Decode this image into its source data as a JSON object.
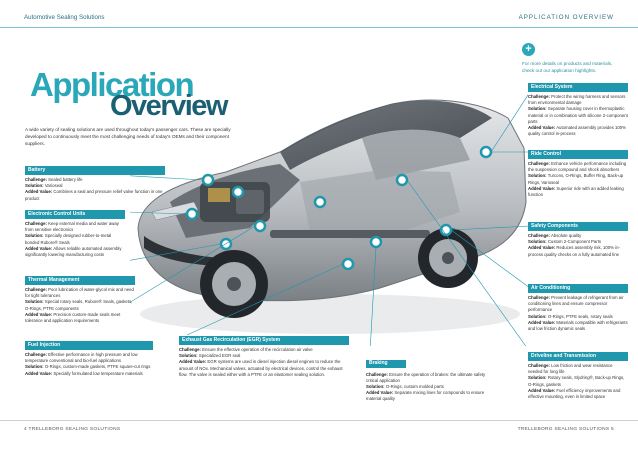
{
  "header": {
    "left": "Automotive Sealing Solutions",
    "right": "APPLICATION OVERVIEW"
  },
  "title": {
    "line1": "Application",
    "line2": "Overview"
  },
  "intro": "A wide variety of sealing solutions are used throughout today's passenger cars. These are specially developed to continuously meet the most challenging needs of today's OEMs and their component suppliers.",
  "note": "For more details on products and materials, check out our application highlights.",
  "sections": {
    "battery": {
      "title": "Battery",
      "challenge": "Sealed battery life",
      "solution": "Varioseal",
      "added_value": "Combines a seal and pressure relief valve function in one product"
    },
    "ecu": {
      "title": "Electronic Control Units",
      "challenge": "Keep external media and water away from sensitive electronics",
      "solution": "Specially designed rubber-to-metal bonded Rubore® Seals",
      "added_value": "Allows reliable automated assembly significantly lowering manufacturing costs"
    },
    "thermal": {
      "title": "Thermal Management",
      "challenge": "Poor lubrication of water-glycol mix and need for tight tolerances",
      "solution": "Special rotary seals, Rubore® Seals, gaskets, O-Rings, PTFE components",
      "added_value": "Precision custom-made seals meet tolerance and application requirements"
    },
    "fuel": {
      "title": "Fuel Injection",
      "challenge": "Effective performance in high pressure and low temperature conventional and bio-fuel applications",
      "solution": "O-Rings, custom-made gaskets, PTFE square-cut rings",
      "added_value": "Specially formulated low temperature materials"
    },
    "egr": {
      "title": "Exhaust Gas Recirculation (EGR) System",
      "challenge": "Ensure the effective operation of the recirculation air valve",
      "solution": "Specialized EGR seal",
      "added_value": "EGR systems are used in diesel injection diesel engines to reduce the amount of NOx. Mechanical valves, actuated by electrical devices, control the exhaust flow. The valve is sealed either with a PTFE or an elastomer sealing solution."
    },
    "braking": {
      "title": "Braking",
      "challenge": "Ensure the operation of brakes: the ultimate safety critical application",
      "solution": "O-Rings, custom molded parts",
      "added_value": "Separate mixing lines for compounds to ensure material quality"
    },
    "electrical": {
      "title": "Electrical System",
      "challenge": "Protect the wiring harness and sensors from environmental damage",
      "solution": "Separate housing cover in thermoplastic material or in combination with silicone 2-component parts",
      "added_value": "Automated assembly provides 100% quality control in-process"
    },
    "ride": {
      "title": "Ride Control",
      "challenge": "Enhance vehicle performance including the suspension compound and shock absorbers",
      "solution": "Turcons, O-Rings, Buffer Ring, Back-up Rings, Varioseal",
      "added_value": "Superior ride with an added leaking function"
    },
    "safety": {
      "title": "Safety Components",
      "challenge": "Absolute quality",
      "solution": "Custom 2-Component Parts",
      "added_value": "Reduces assembly risk, 100% in-process quality checks on a fully automated line"
    },
    "aircon": {
      "title": "Air Conditioning",
      "challenge": "Prevent leakage of refrigerant from air conditioning lines and ensure compressor performance",
      "solution": "O-Rings, PTFE seals, rotary seals",
      "added_value": "Materials compatible with refrigerants and low friction dynamic seals"
    },
    "driveline": {
      "title": "Driveline and Transmission",
      "challenge": "Low friction and wear resistance needed for long life",
      "solution": "Rotary seals, Slydring®, Back-up Rings, O-Rings, gaskets",
      "added_value": "Fuel efficiency improvements and effective mounting, even in limited space"
    }
  },
  "labels": {
    "challenge": "Challenge:",
    "solution": "Solution:",
    "added_value": "Added Value:"
  },
  "footer": {
    "left": "4  TRELLEBORG SEALING SOLUTIONS",
    "right": "TRELLEBORG SEALING SOLUTIONS  5"
  },
  "colors": {
    "accent": "#1f97ad",
    "title_light": "#2aa7b8",
    "title_dark": "#1b5f73"
  },
  "icons": {
    "plus": "plus-circle-icon",
    "marker": "gear-marker-icon"
  }
}
